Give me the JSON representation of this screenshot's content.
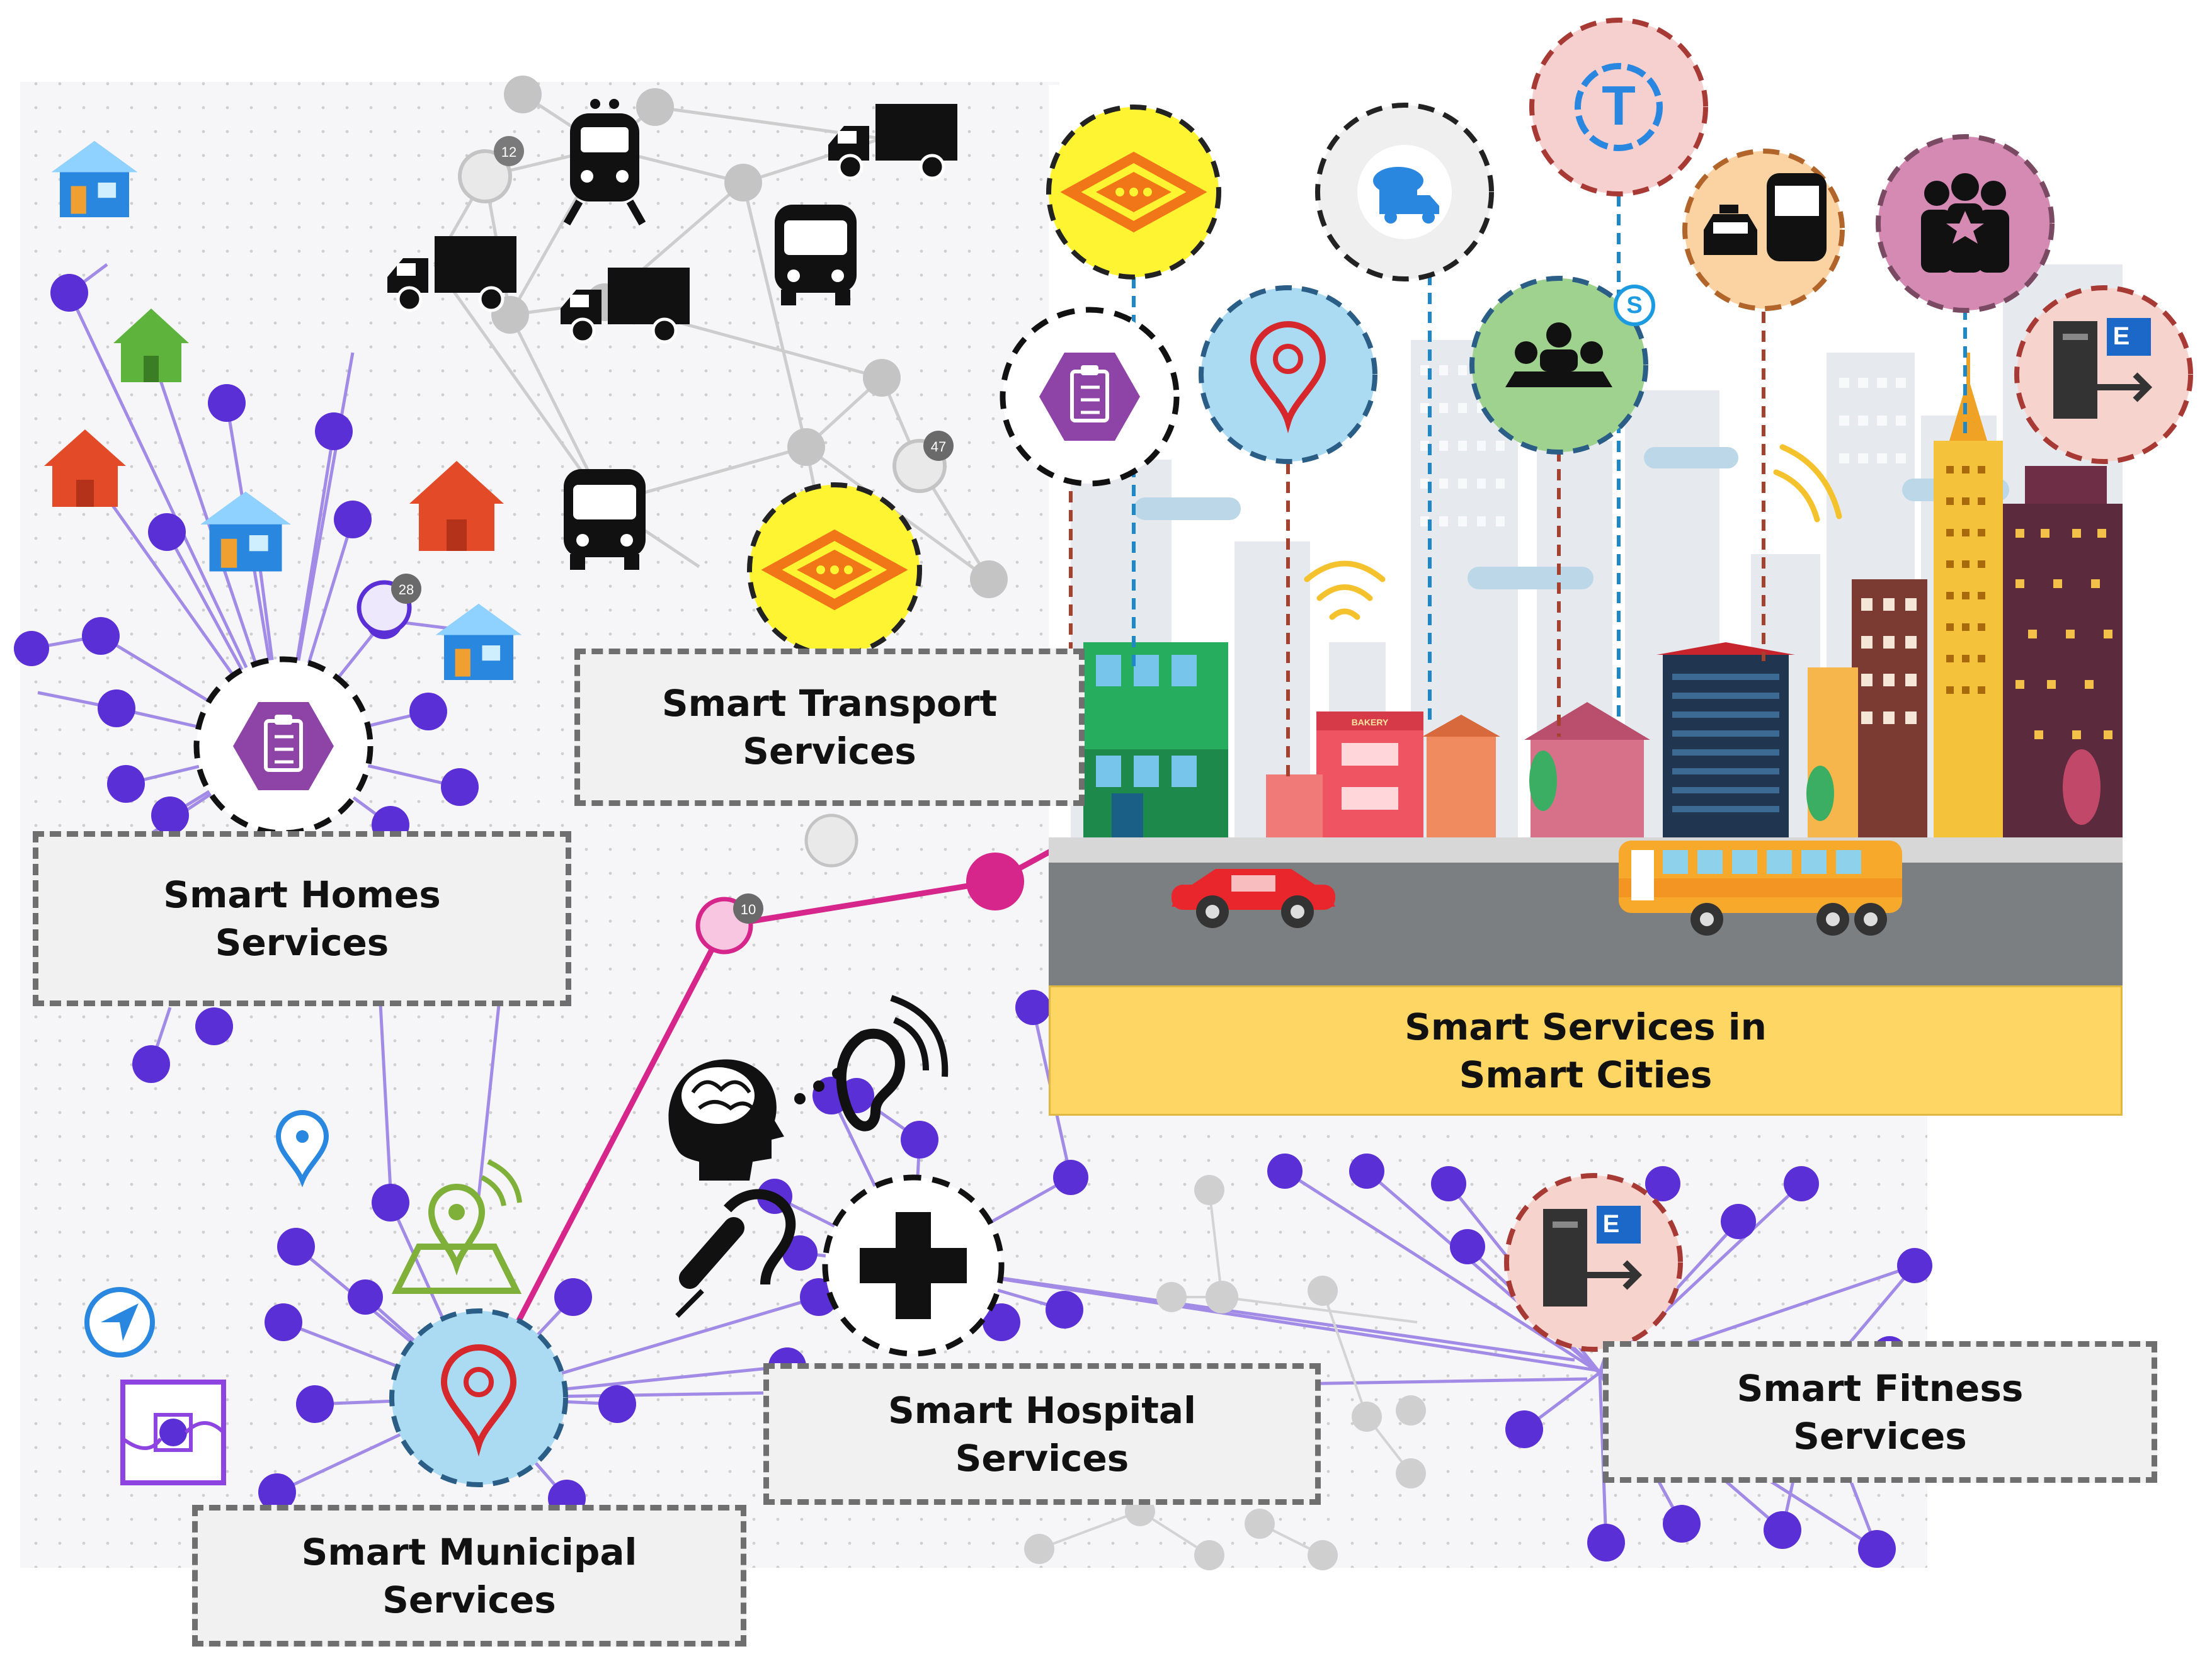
{
  "labels": {
    "transport": [
      "Smart Transport",
      "Services"
    ],
    "homes": [
      "Smart Homes",
      "Services"
    ],
    "hospital": [
      "Smart Hospital",
      "Services"
    ],
    "fitness": [
      "Smart Fitness",
      "Services"
    ],
    "municipal": [
      "Smart Municipal",
      "Services"
    ],
    "city": [
      "Smart Services in",
      "Smart Cities"
    ]
  },
  "node_badges": {
    "transport_a": "12",
    "transport_b": "47",
    "homes": "28",
    "municipal": "10"
  },
  "icon_badges": {
    "taxi_service": "T",
    "exchange_left": "E",
    "exchange_right": "E",
    "city_bakery": "BAKERY"
  },
  "icons": [
    "house-icon",
    "train-icon",
    "truck-icon",
    "bus-icon",
    "clipboard-icon",
    "map-pin-icon",
    "cloud-truck-icon",
    "meeting-icon",
    "taxi-service-icon",
    "taxi-bus-icon",
    "group-icon",
    "server-exchange-icon",
    "hearing-icon",
    "brain-head-icon",
    "hearing-aid-icon",
    "medical-cross-icon",
    "navigation-icon",
    "map-location-icon",
    "diamond-sign-icon"
  ],
  "colors": {
    "node_purple": "#5a2fd6",
    "edge_purple": "#a28be6",
    "node_grey": "#c4c4c4",
    "edge_grey": "#cdcdcd",
    "magenta": "#d6258b",
    "banner_yellow": "#fdd663",
    "box_fill": "#f1f1f1",
    "box_border": "#6f6f6f"
  }
}
